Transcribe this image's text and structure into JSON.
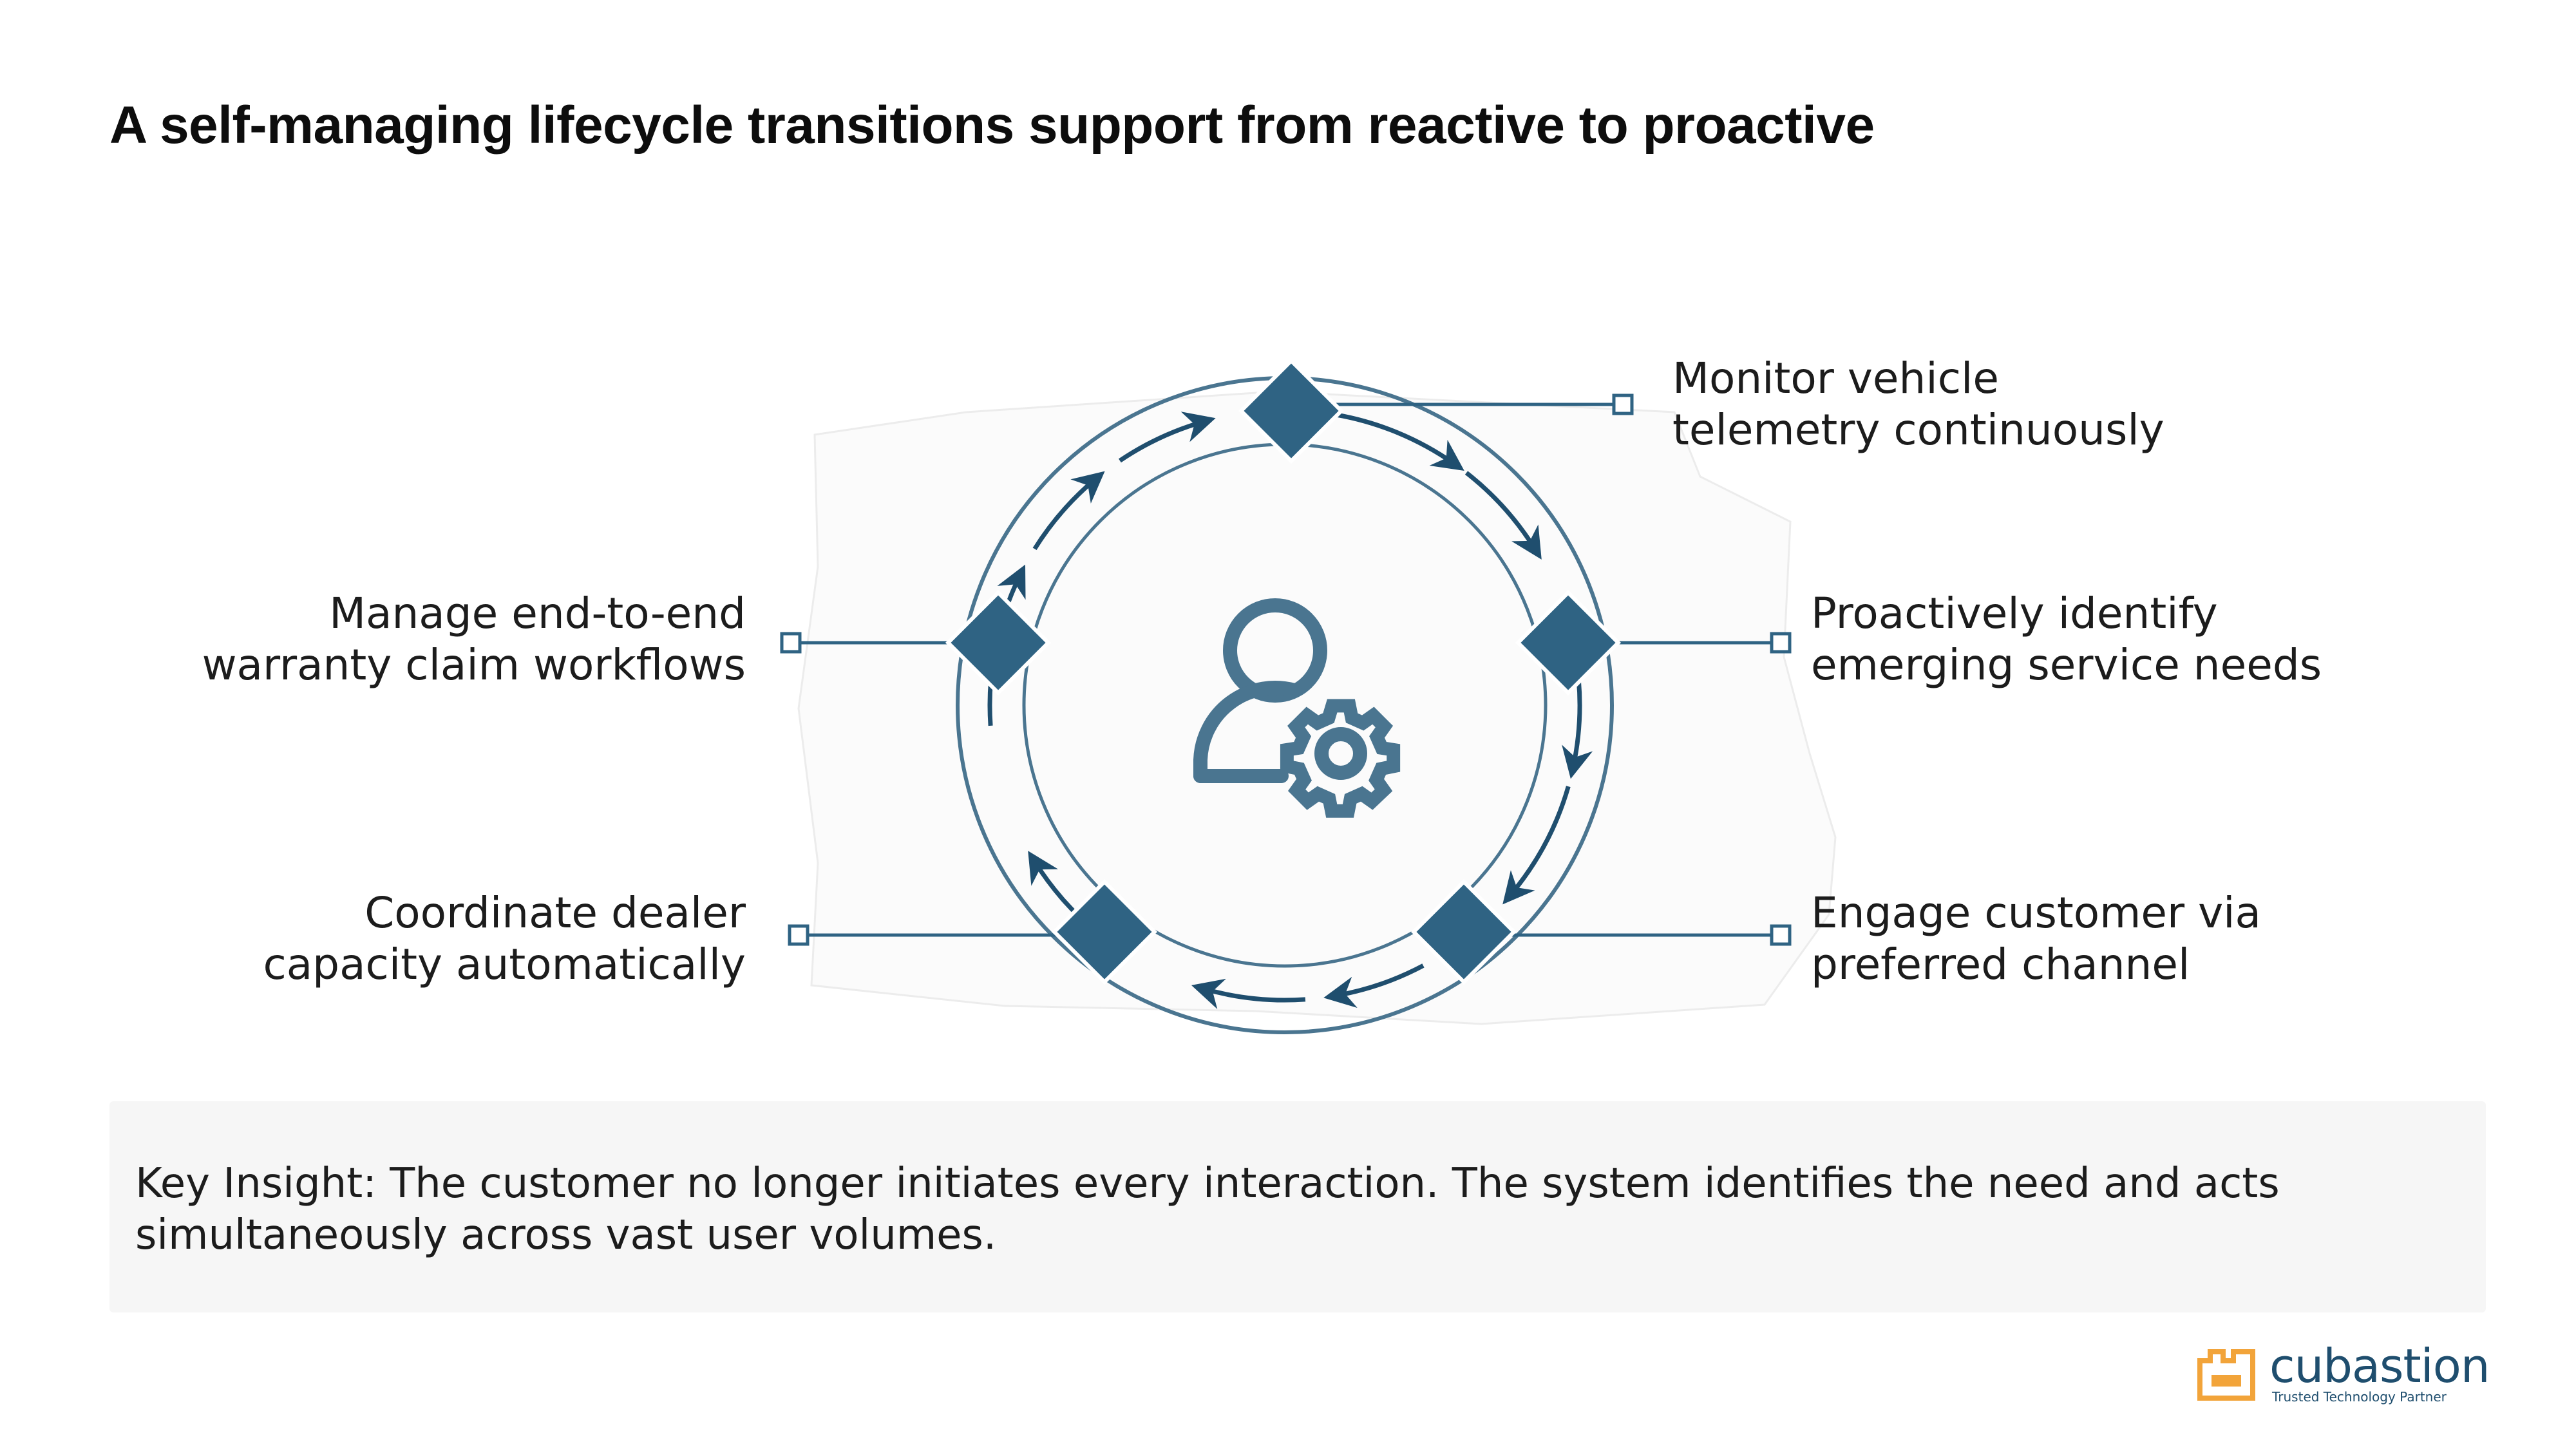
{
  "title": "A self-managing lifecycle transitions support from reactive to proactive",
  "center_icon": "user-gear-icon",
  "steps": [
    {
      "lines": [
        "Monitor vehicle",
        "telemetry continuously"
      ]
    },
    {
      "lines": [
        "Proactively identify",
        "emerging service needs"
      ]
    },
    {
      "lines": [
        "Engage customer via",
        "preferred channel"
      ]
    },
    {
      "lines": [
        "Coordinate dealer",
        "capacity automatically"
      ]
    },
    {
      "lines": [
        "Manage end-to-end",
        "warranty claim workflows"
      ]
    }
  ],
  "insight": {
    "line1": "Key Insight: The customer no longer initiates every interaction. The system identifies the need and acts",
    "line2": "simultaneously across vast user volumes."
  },
  "logo": {
    "name": "cubastion",
    "tagline": "Trusted Technology Partner"
  },
  "colors": {
    "accent": "#2f6383",
    "ring": "#4a7590",
    "logo_orange": "#f2a43a",
    "logo_text": "#1f4e6e",
    "insight_bg": "#f6f6f6"
  }
}
